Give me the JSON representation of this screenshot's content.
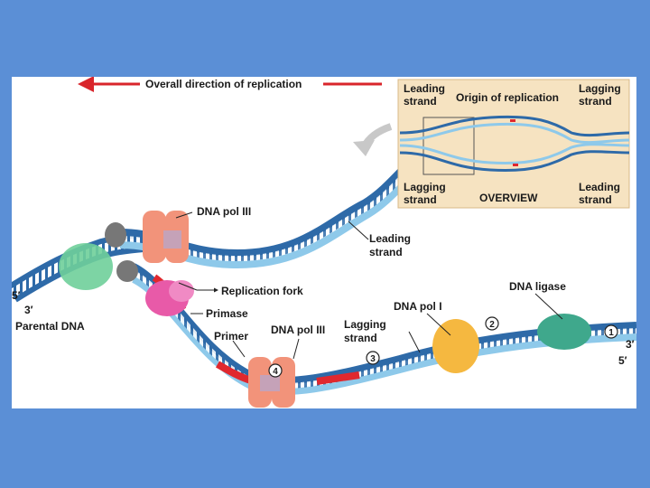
{
  "slide": {
    "background_color": "#5b8fd6"
  },
  "diagram": {
    "direction_label": "Overall direction of replication",
    "labels": {
      "dna_pol_iii_top": "DNA pol III",
      "leading_strand_line1": "Leading",
      "leading_strand_line2": "strand",
      "replication_fork": "Replication fork",
      "primase": "Primase",
      "parental_dna": "Parental DNA",
      "primer": "Primer",
      "dna_pol_iii_bottom": "DNA pol III",
      "lagging_strand_line1": "Lagging",
      "lagging_strand_line2": "strand",
      "dna_pol_i": "DNA pol I",
      "dna_ligase": "DNA ligase"
    },
    "ends": {
      "left_top": "5′",
      "left_bottom": "3′",
      "right_top": "3′",
      "right_bottom": "5′"
    },
    "step_numbers": [
      "1",
      "2",
      "3",
      "4"
    ],
    "overview": {
      "title": "OVERVIEW",
      "leading_tl_1": "Leading",
      "leading_tl_2": "strand",
      "origin": "Origin of replication",
      "lagging_tr_1": "Lagging",
      "lagging_tr_2": "strand",
      "lagging_bl_1": "Lagging",
      "lagging_bl_2": "strand",
      "leading_br_1": "Leading",
      "leading_br_2": "strand"
    },
    "colors": {
      "parental_strand": "#2e6aa8",
      "new_strand": "#8ec9ea",
      "primer": "#e0282e",
      "dna_pol_iii": "#f2937a",
      "primase": "#e85aa8",
      "helicase": "#6fcf9a",
      "dna_pol_i": "#f5b840",
      "dna_ligase": "#3fa88c",
      "arrow_red": "#d9252b",
      "overview_bg": "#f6e3c1"
    }
  }
}
